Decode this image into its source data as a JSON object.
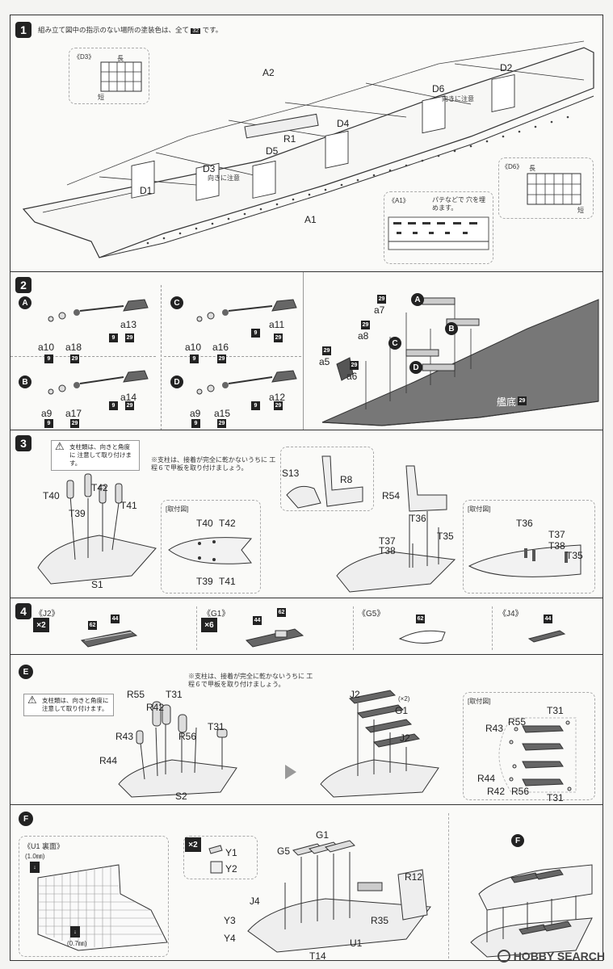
{
  "step1": {
    "num": "1",
    "instruction": "組み立て図中の指示のない場所の塗装色は、全て",
    "color_code": "32",
    "instruction_end": "です。",
    "d3_inset": "《D3》",
    "d3_long": "長",
    "d3_short": "短",
    "d6_inset": "《D6》",
    "d6_long": "長",
    "d6_short": "短",
    "a1_inset": "《A1》",
    "a1_note": "パテなどで 穴を埋めます。",
    "orient_note": "向きに注意",
    "parts": [
      "A2",
      "R1",
      "D2",
      "D6",
      "D4",
      "D5",
      "D3",
      "D1",
      "A1"
    ]
  },
  "step2": {
    "num": "2",
    "A": {
      "marker": "A",
      "main": "a13",
      "p1": "a10",
      "p2": "a18",
      "c1": "9",
      "c2": "29",
      "c3": "9",
      "c4": "29"
    },
    "B": {
      "marker": "B",
      "main": "a14",
      "p1": "a9",
      "p2": "a17",
      "c1": "9",
      "c2": "29",
      "c3": "9",
      "c4": "29"
    },
    "C": {
      "marker": "C",
      "main": "a11",
      "p1": "a10",
      "p2": "a16",
      "c1": "9",
      "c2": "29",
      "c3": "9",
      "c4": "29"
    },
    "D": {
      "marker": "D",
      "main": "a12",
      "p1": "a9",
      "p2": "a15",
      "c1": "9",
      "c2": "29",
      "c3": "9",
      "c4": "29"
    },
    "right": {
      "a7": "a7",
      "a8": "a8",
      "a5": "a5",
      "a6": "a6",
      "c29": "29",
      "hull": "艦底",
      "hull_code": "29",
      "mA": "A",
      "mB": "B",
      "mC": "C",
      "mD": "D"
    }
  },
  "step3": {
    "num": "3",
    "warn": "支柱類は、向きと角度に 注意して取り付けます。",
    "note": "※支柱は、接着が完全に乾かないうちに 工程６で甲板を取り付けましょう。",
    "attach1": "[取付図]",
    "attach2": "[取付図]",
    "labels_left": [
      "T40",
      "T42",
      "T41",
      "T39",
      "S1"
    ],
    "labels_attach1": [
      "T40",
      "T42",
      "T39",
      "T41"
    ],
    "labels_mid": [
      "S13",
      "R8",
      "R54",
      "T36",
      "T35",
      "T37",
      "T38"
    ],
    "labels_attach2": [
      "T36",
      "T37",
      "T38",
      "T35"
    ]
  },
  "step4": {
    "num": "4",
    "j2": "《J2》",
    "j2_mult": "×2",
    "j2_c1": "62",
    "j2_c2": "44",
    "g1": "《G1》",
    "g1_mult": "×6",
    "g1_c1": "44",
    "g1_c2": "62",
    "g5": "《G5》",
    "g5_c1": "62",
    "j4": "《J4》",
    "j4_c1": "44"
  },
  "stepE": {
    "marker": "E",
    "warn": "支柱類は、向きと角度に 注意して取り付けます。",
    "note": "※支柱は、接着が完全に乾かないうちに 工程６で甲板を取り付けましょう。",
    "labels_left": [
      "R55",
      "T31",
      "R42",
      "R56",
      "R43",
      "T31",
      "R44",
      "S2"
    ],
    "labels_mid": [
      "J2",
      "G1",
      "J2"
    ],
    "mid_mult": "(×2)",
    "attach": "[取付図]",
    "labels_attach": [
      "R55",
      "T31",
      "R43",
      "R44",
      "R42",
      "R56",
      "T31"
    ]
  },
  "stepF": {
    "marker": "F",
    "u1": "《U1 裏面》",
    "drill1": "(1.0㎜)",
    "drill2": "(0.7㎜)",
    "y_mult": "×2",
    "labels": [
      "Y1",
      "Y2",
      "G5",
      "G1",
      "J4",
      "Y3",
      "Y4",
      "R12",
      "R35",
      "U1",
      "T14"
    ],
    "right_marker": "F"
  },
  "watermark": "HOBBY SEARCH"
}
